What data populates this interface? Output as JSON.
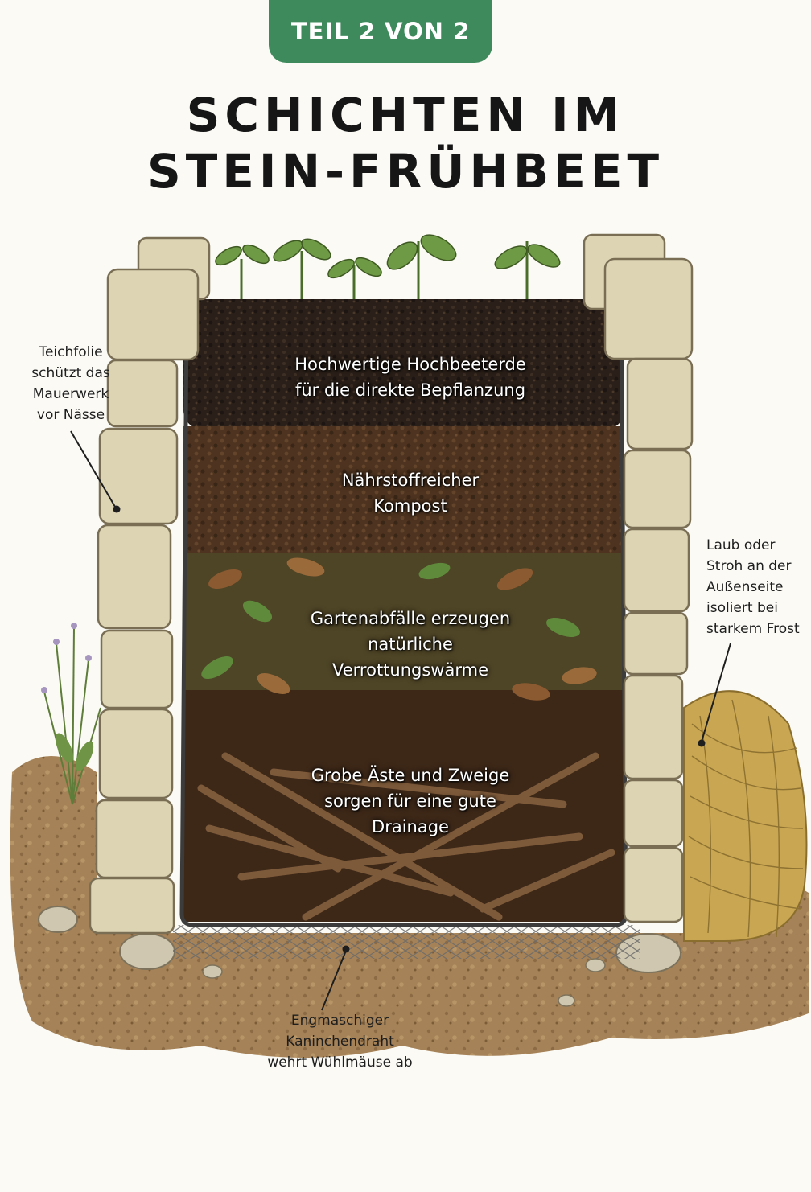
{
  "badge": {
    "label": "TEIL 2 VON 2",
    "color": "#3f8a5c"
  },
  "title": {
    "line1": "SCHICHTEN IM",
    "line2": "STEIN-FRÜHBEET"
  },
  "layers": [
    {
      "id": "topsoil",
      "text": "Hochwertige Hochbeeterde\nfür die direkte Bepflanzung",
      "color": "#2b2019"
    },
    {
      "id": "compost",
      "text": "Nährstoffreicher\nKompost",
      "color": "#4e3420"
    },
    {
      "id": "garden-waste",
      "text": "Gartenabfälle erzeugen\nnatürliche\nVerrottungswärme",
      "color": "#4e4426"
    },
    {
      "id": "branches",
      "text": "Grobe Äste und Zweige\nsorgen für eine gute\nDrainage",
      "color": "#3d2818"
    }
  ],
  "annotations": {
    "pond_liner": "Teichfolie\nschützt das\nMauerwerk\nvor Nässe",
    "insulation": "Laub oder\nStroh an der\nAußenseite\nisoliert bei\nstarkem Frost",
    "wire_mesh": "Engmaschiger\nKaninchendraht\nwehrt Wühlmäuse ab"
  },
  "colors": {
    "stone": "#ddd4b4",
    "stone_edge": "#7a6f55",
    "straw": "#c9a652",
    "ground": "#a07c52",
    "leaf_green": "#5f8a3c"
  }
}
